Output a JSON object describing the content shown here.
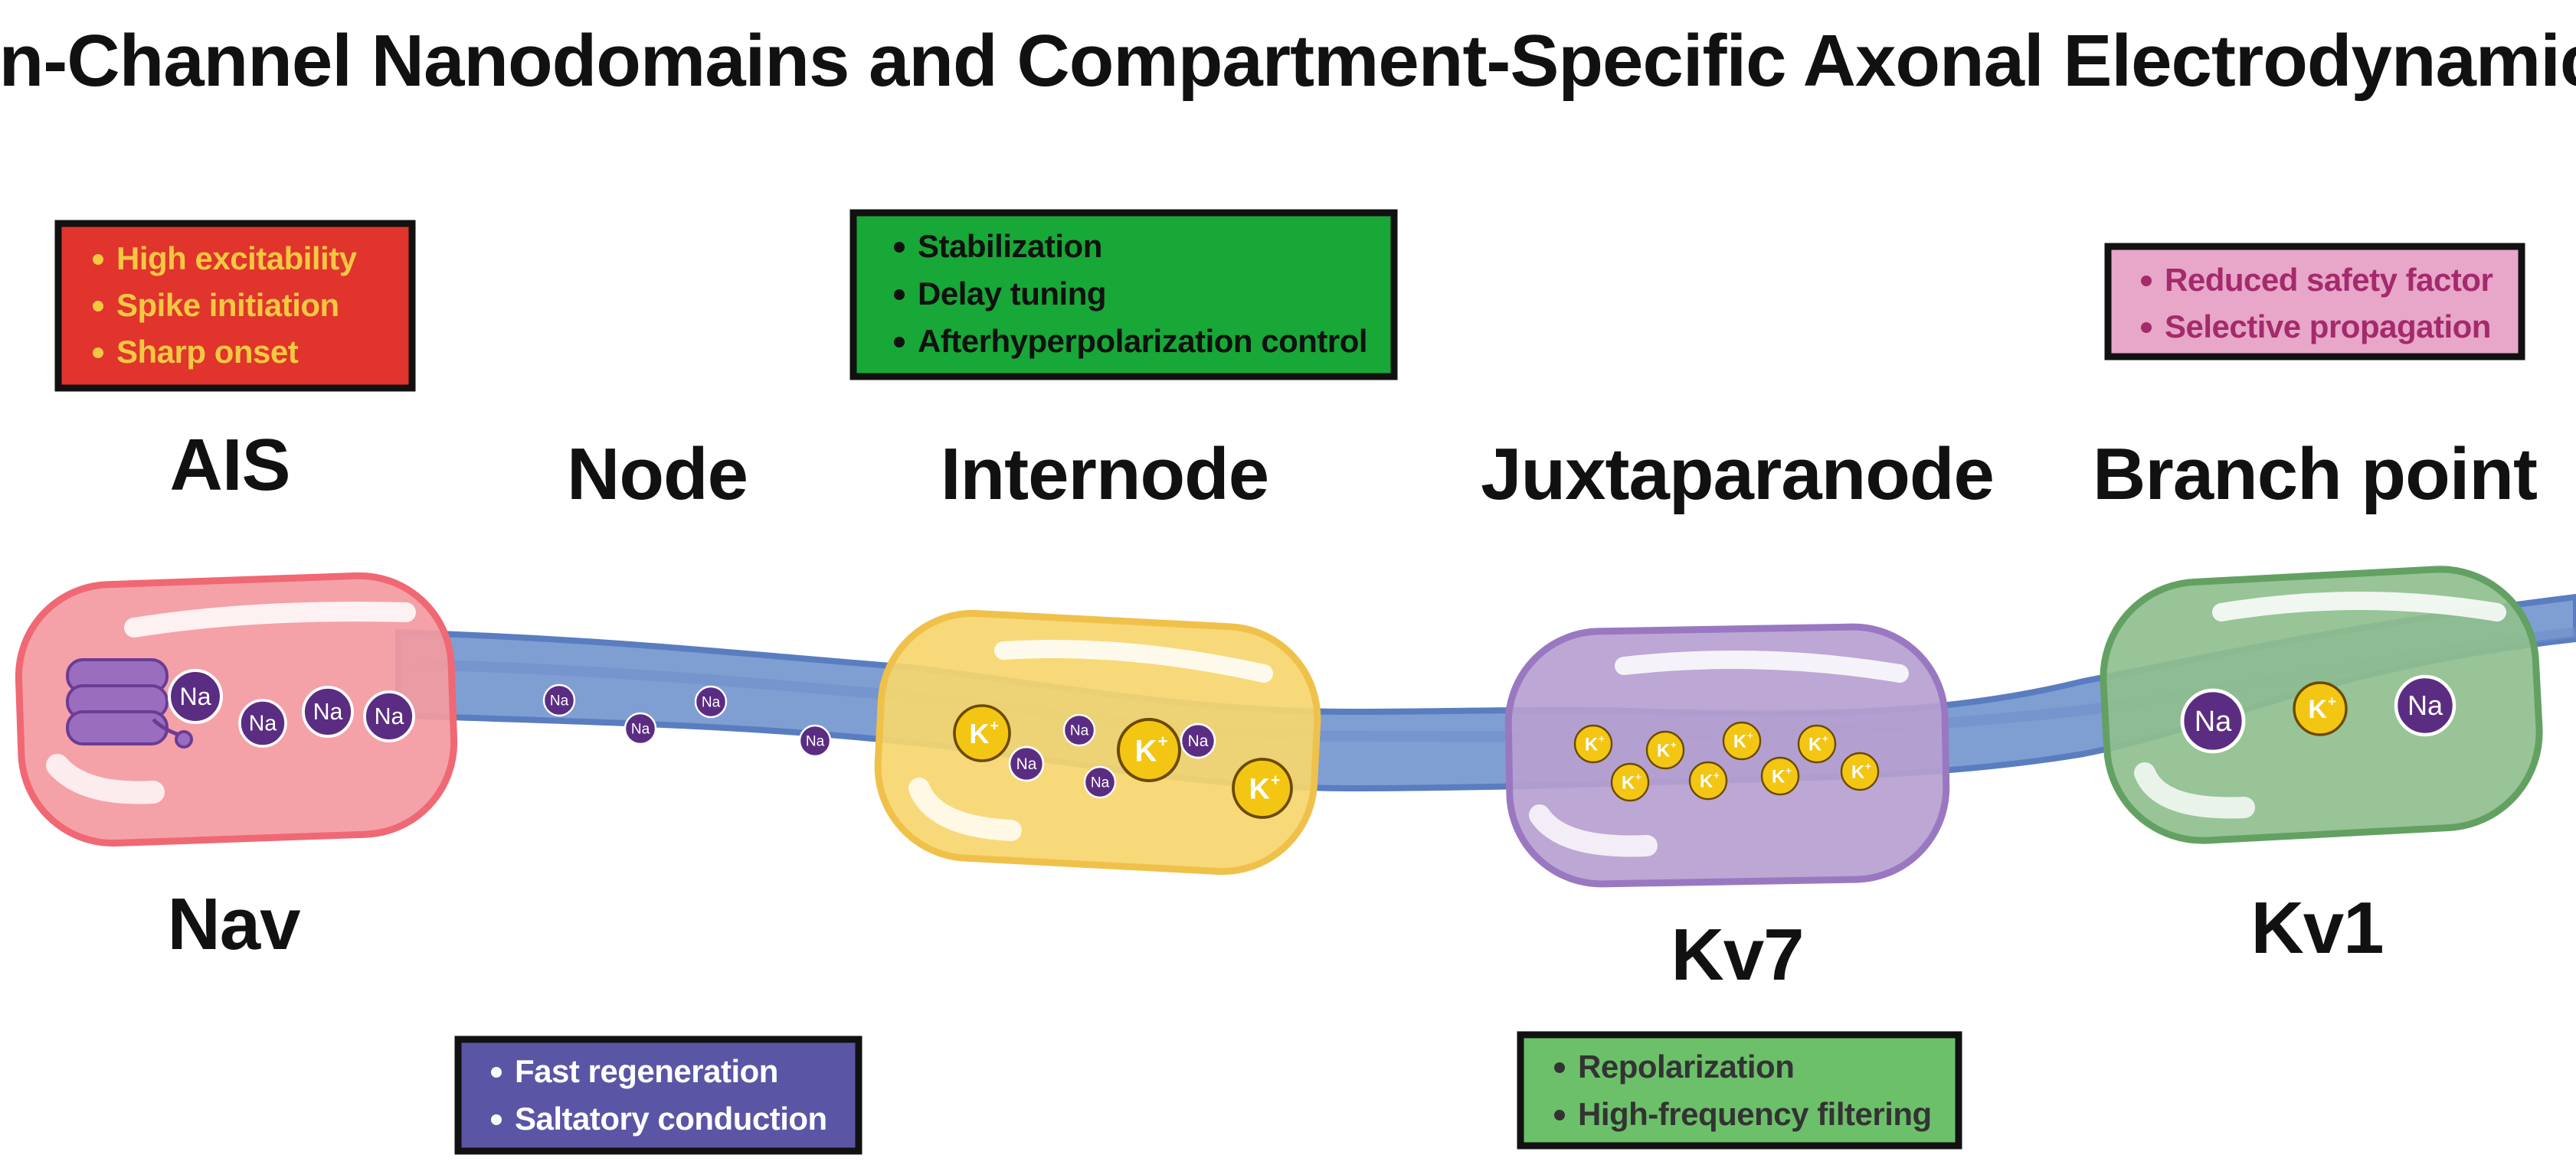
{
  "title": "Ion-Channel Nanodomains and Compartment-Specific Axonal Electrodynamics",
  "colors": {
    "axon": "#7f9fd3",
    "axon_edge": "#5a7dc0",
    "na_ion": "#5b2d82",
    "k_ion": "#f3c614",
    "ais": "#f39aa0",
    "internode": "#f6d66e",
    "juxtaparanode": "#b79fd0",
    "branch_point": "#8fbf8e"
  },
  "regions": {
    "ais": "AIS",
    "node": "Node",
    "internode": "Internode",
    "juxtaparanode": "Juxtaparanode",
    "branch_point": "Branch point"
  },
  "channels": {
    "nav": "Nav",
    "kv7": "Kv7",
    "kv1": "Kv1"
  },
  "ions": {
    "na": "Na",
    "k": "K",
    "k_charge": "+"
  },
  "boxes": {
    "ais": {
      "bg": "#e0342c",
      "text_color": "#f5c842",
      "items": [
        "High excitability",
        "Spike initiation",
        "Sharp onset"
      ]
    },
    "internode": {
      "bg": "#17a837",
      "text_color": "#111111",
      "items": [
        "Stabilization",
        "Delay tuning",
        "Afterhyperpolarization control"
      ]
    },
    "branch_point": {
      "bg": "#e8a6c9",
      "text_color": "#a42a6c",
      "items": [
        "Reduced safety factor",
        "Selective propagation"
      ]
    },
    "node": {
      "bg": "#5a55a4",
      "text_color": "#ffffff",
      "items": [
        "Fast regeneration",
        "Saltatory conduction"
      ]
    },
    "juxtaparanode": {
      "bg": "#6cc06a",
      "text_color": "#333333",
      "items": [
        "Repolarization",
        "High-frequency filtering"
      ]
    }
  }
}
